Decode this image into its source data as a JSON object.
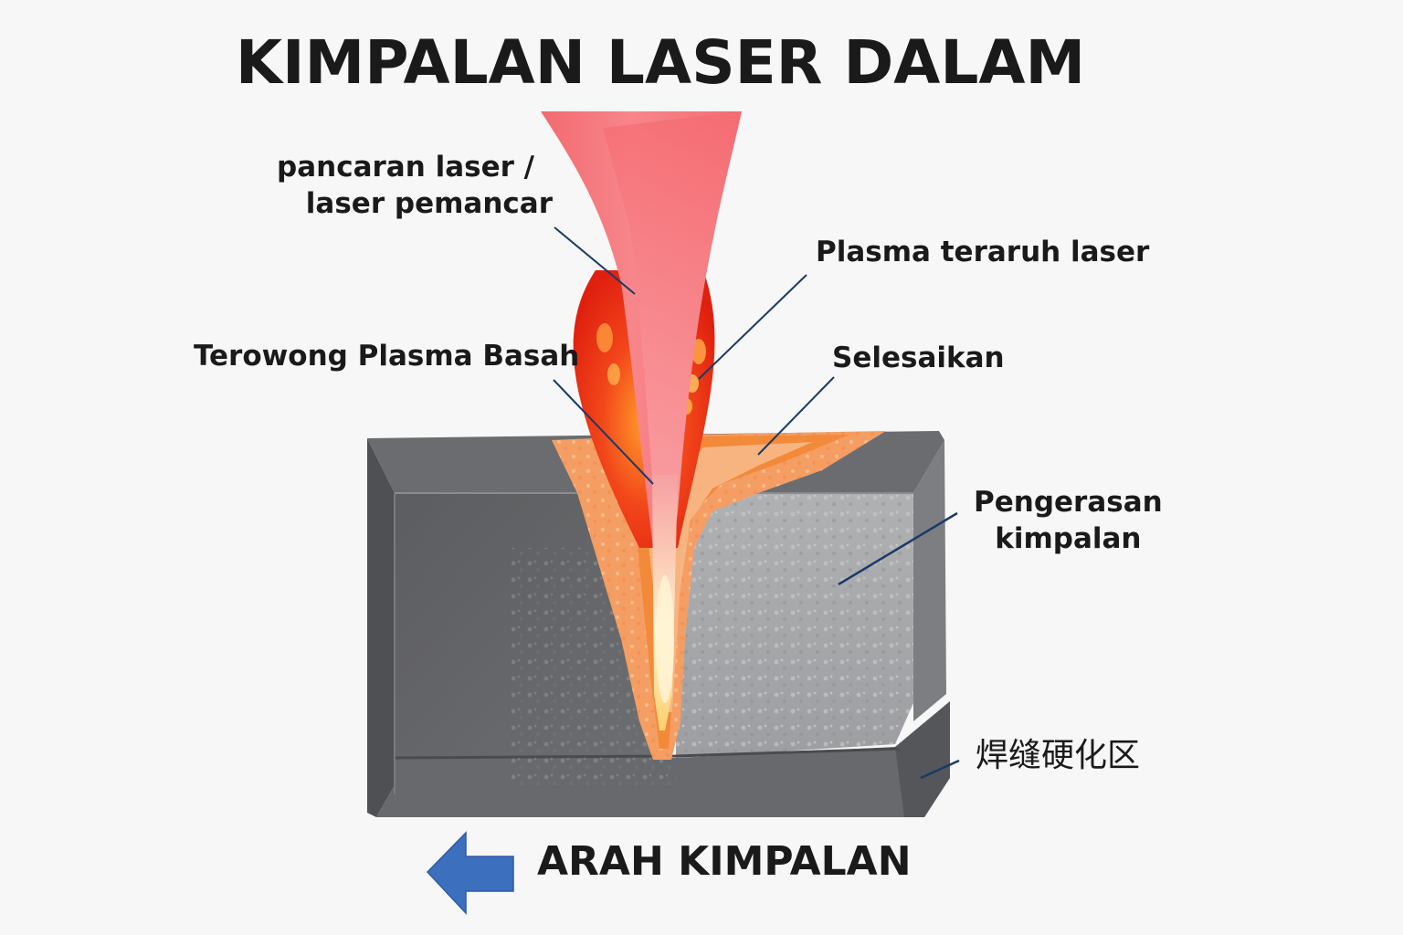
{
  "title": "KIMPALAN LASER DALAM",
  "labels": {
    "laser_beam": {
      "line1": "pancaran laser /",
      "line2": "laser pemancar"
    },
    "laser_plasma": "Plasma teraruh laser",
    "wet_plasma_tunnel": "Terowong Plasma Basah",
    "finish": "Selesaikan",
    "weld_hardening": {
      "line1": "Pengerasan",
      "line2": "kimpalan"
    },
    "weld_hardening_zone_cn": "焊缝硬化区"
  },
  "direction": {
    "label": "ARAH KIMPALAN",
    "arrow": "arrow-left-icon"
  },
  "colors": {
    "background": "#f7f7f8",
    "beam_outer": "#f47278",
    "beam_inner": "#f9a0a4",
    "plasma_red": "#ea2a12",
    "plasma_glow": "#ff8a1e",
    "molten_orange": "#f59a5a",
    "heat_affected": "#f7b587",
    "metal_dark": "#5f6063",
    "metal_light": "#a8a9ab",
    "leader_line": "#1b3a66",
    "arrow_blue": "#3d6fbf"
  }
}
